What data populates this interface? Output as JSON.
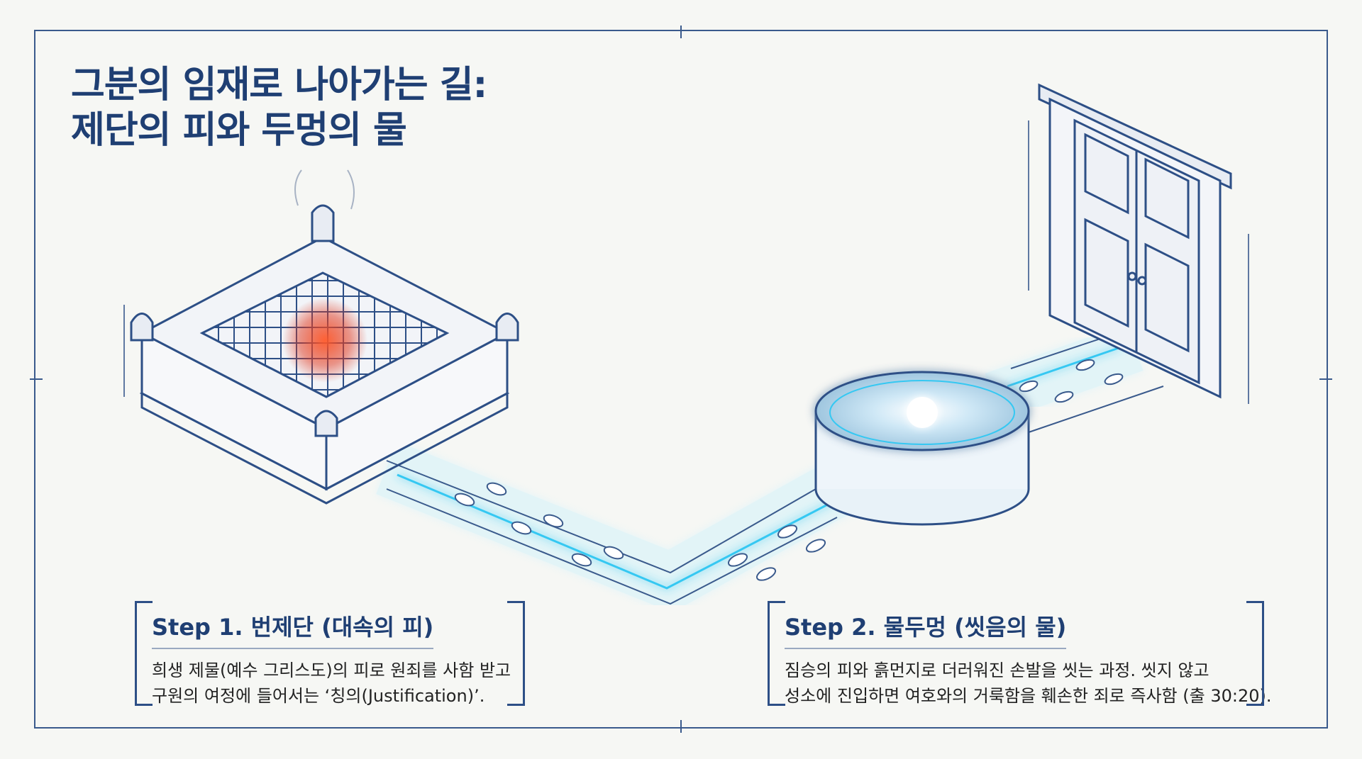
{
  "title": {
    "line1": "그분의 임재로 나아가는 길:",
    "line2": "제단의 피와 두멍의 물"
  },
  "step1": {
    "heading": "Step 1. 번제단 (대속의 피)",
    "line1": "희생 제물(예수 그리스도)의 피로 원죄를 사함 받고",
    "line2": "구원의 여정에 들어서는 ‘칭의(Justification)’."
  },
  "step2": {
    "heading": "Step 2. 물두멍 (씻음의 물)",
    "line1": "짐승의 피와 흙먼지로 더러워진 손발을 씻는 과정. 씻지 않고",
    "line2": "성소에 진입하면 여호와의 거룩함을 훼손한 죄로 즉사함 (출 30:20)."
  },
  "colors": {
    "ink": "#2d4f86",
    "title": "#1f3f73",
    "path_glow": "#4fd8ff",
    "fire": "#e0341a"
  },
  "icons": [
    "altar-illustration",
    "laver-illustration",
    "door-illustration",
    "footprint-icon"
  ]
}
